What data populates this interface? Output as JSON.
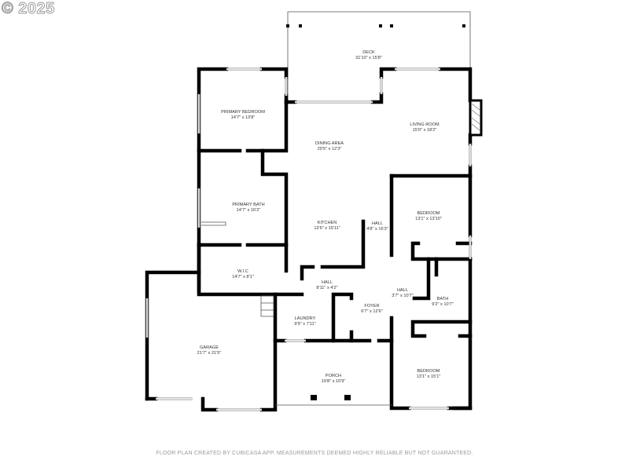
{
  "copyright": "© 2025",
  "rooms": {
    "deck": {
      "name": "DECK",
      "dims": "31'10\" x 15'8\""
    },
    "primary_bedroom": {
      "name": "PRIMARY BEDROOM",
      "dims": "14'7\" x 13'8\""
    },
    "dining_area": {
      "name": "DINING AREA",
      "dims": "20'5\" x 12'3\""
    },
    "living_room": {
      "name": "LIVING ROOM",
      "dims": "15'0\" x 18'2\""
    },
    "primary_bath": {
      "name": "PRIMARY BATH",
      "dims": "14'7\" x 16'2\""
    },
    "bedroom_1": {
      "name": "BEDROOM",
      "dims": "13'1\" x 13'10\""
    },
    "kitchen": {
      "name": "KITCHEN",
      "dims": "13'6\" x 15'11\""
    },
    "hall_1": {
      "name": "HALL",
      "dims": "4'8\" x 16'3\""
    },
    "wic": {
      "name": "W.I.C",
      "dims": "14'7\" x 8'1\""
    },
    "hall_2": {
      "name": "HALL",
      "dims": "8'11\" x 4'2\""
    },
    "hall_3": {
      "name": "HALL",
      "dims": "3'7\" x 10'7\""
    },
    "bath": {
      "name": "BATH",
      "dims": "9'2\" x 10'7\""
    },
    "foyer": {
      "name": "FOYER",
      "dims": "6'7\" x 12'6\""
    },
    "laundry": {
      "name": "LAUNDRY",
      "dims": "9'9\" x 7'11\""
    },
    "garage": {
      "name": "GARAGE",
      "dims": "21'7\" x 21'5\""
    },
    "porch": {
      "name": "PORCH",
      "dims": "19'8\" x 10'9\""
    },
    "bedroom_2": {
      "name": "BEDROOM",
      "dims": "13'1\" x 15'1\""
    }
  },
  "footer": "FLOOR PLAN CREATED BY CUBICASA APP. MEASUREMENTS DEEMED HIGHLY RELIABLE BUT NOT GUARANTEED."
}
